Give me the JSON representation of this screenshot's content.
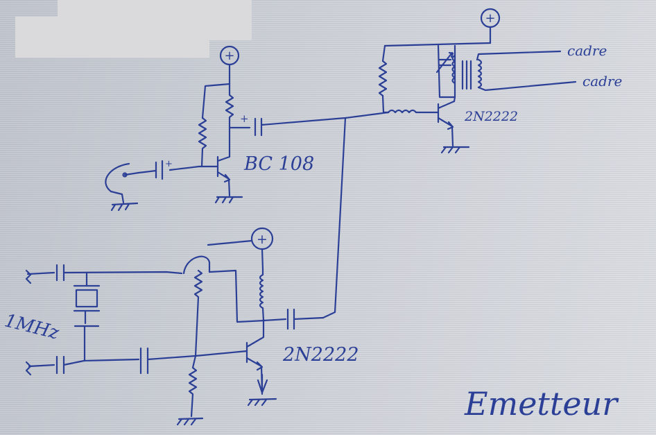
{
  "labels": {
    "q1": "BC 108",
    "q2": "2N2222",
    "q3": "2N2222",
    "antenna1": "cadre",
    "antenna2": "cadre",
    "crystal": "1MHz",
    "title": "Emetteur",
    "plus": "+"
  },
  "colors": {
    "ink": "#2b3f96",
    "paper": "#cdd1d8",
    "redaction": "#dadadc"
  }
}
